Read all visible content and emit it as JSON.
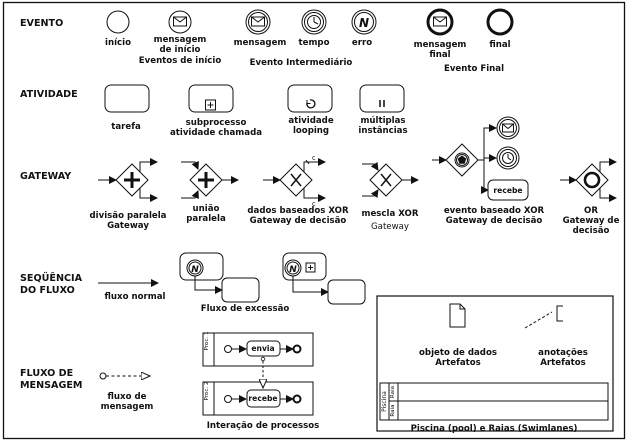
{
  "sections": {
    "evento": "EVENTO",
    "atividade": "ATIVIDADE",
    "gateway": "GATEWAY",
    "sequencia": [
      "SEQÜÊNCIA",
      "DO FLUXO"
    ],
    "fluxo_mensagem": [
      "FLUXO DE",
      "MENSAGEM"
    ]
  },
  "events": {
    "inicio": "início",
    "mensagem_inicio": [
      "mensagem",
      "de início"
    ],
    "eventos_inicio": "Eventos de início",
    "mensagem": "mensagem",
    "tempo": "tempo",
    "erro": "erro",
    "evento_intermediario": "Evento Intermediário",
    "mensagem_final": [
      "mensagem",
      "final"
    ],
    "final": "final",
    "evento_final": "Evento Final",
    "erro_glyph": "N"
  },
  "activities": {
    "tarefa": "tarefa",
    "subprocesso": [
      "subprocesso",
      "atividade chamada"
    ],
    "looping": [
      "atividade",
      "looping"
    ],
    "multiplas": [
      "múltiplas",
      "instâncias"
    ]
  },
  "gateways": {
    "divisao": [
      "divisão paralela",
      "Gateway"
    ],
    "uniao": [
      "união",
      "paralela"
    ],
    "dados_xor": [
      "dados baseados XOR",
      "Gateway de decisão"
    ],
    "mescla": [
      "mescla XOR",
      "Gateway"
    ],
    "evento_xor": [
      "evento baseado XOR",
      "Gateway de decisão"
    ],
    "or": [
      "OR",
      "Gateway de",
      "decisão"
    ],
    "cond_c": "c",
    "cond_c2": "c",
    "recebe": "recebe"
  },
  "sequence": {
    "fluxo_normal": "fluxo normal",
    "fluxo_excessao": "Fluxo de excessão"
  },
  "message_flow": {
    "fluxo_mensagem": [
      "fluxo de",
      "mensagem"
    ],
    "interacao": "Interação de processos",
    "proc1": "Proc. 1",
    "proc2": "Proc. 2",
    "envia": "envia",
    "recebe": "recebe"
  },
  "artifacts": {
    "objeto": [
      "objeto de dados",
      "Artefatos"
    ],
    "anotacoes": [
      "anotações",
      "Artefatos"
    ],
    "piscina": "Piscina (pool) e Raias (Swimlanes)",
    "pool_label": "Piscina",
    "lane1": "Raia",
    "lane2": "Raia"
  }
}
